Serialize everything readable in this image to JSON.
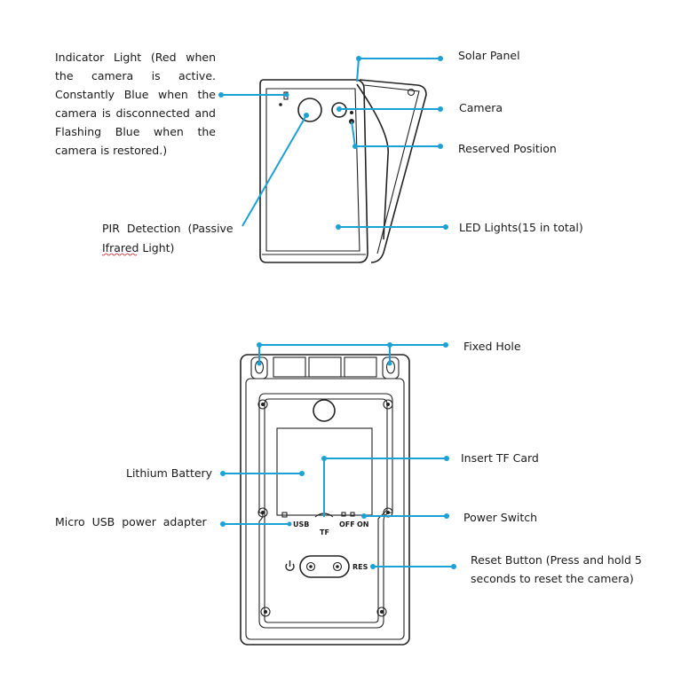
{
  "top_labels": {
    "indicator_light": "Indicator Light (Red when the camera is active. Constantly Blue when the camera is disconnected and Flashing Blue when the camera is restored.)",
    "solar_panel": "Solar Panel",
    "camera": "Camera",
    "reserved_position": "Reserved Position",
    "pir_detection_line1": "PIR  Detection  (Passive",
    "pir_detection_line2": "Ifrared Light)",
    "led_lights": "LED Lights(15 in total)"
  },
  "bottom_labels": {
    "fixed_hole": "Fixed Hole",
    "lithium_battery": "Lithium Battery",
    "insert_tf_card": "Insert TF Card",
    "micro_usb": "Micro  USB  power  adapter",
    "power_switch": "Power Switch",
    "reset_button_line1": "Reset Button (Press and hold 5",
    "reset_button_line2": "seconds to reset the camera)"
  },
  "device_markings": {
    "usb": "USB",
    "tf": "TF",
    "off": "OFF",
    "on": "ON",
    "res": "RES"
  },
  "colors": {
    "callout": "#1ba1d6",
    "outline": "#222222"
  }
}
